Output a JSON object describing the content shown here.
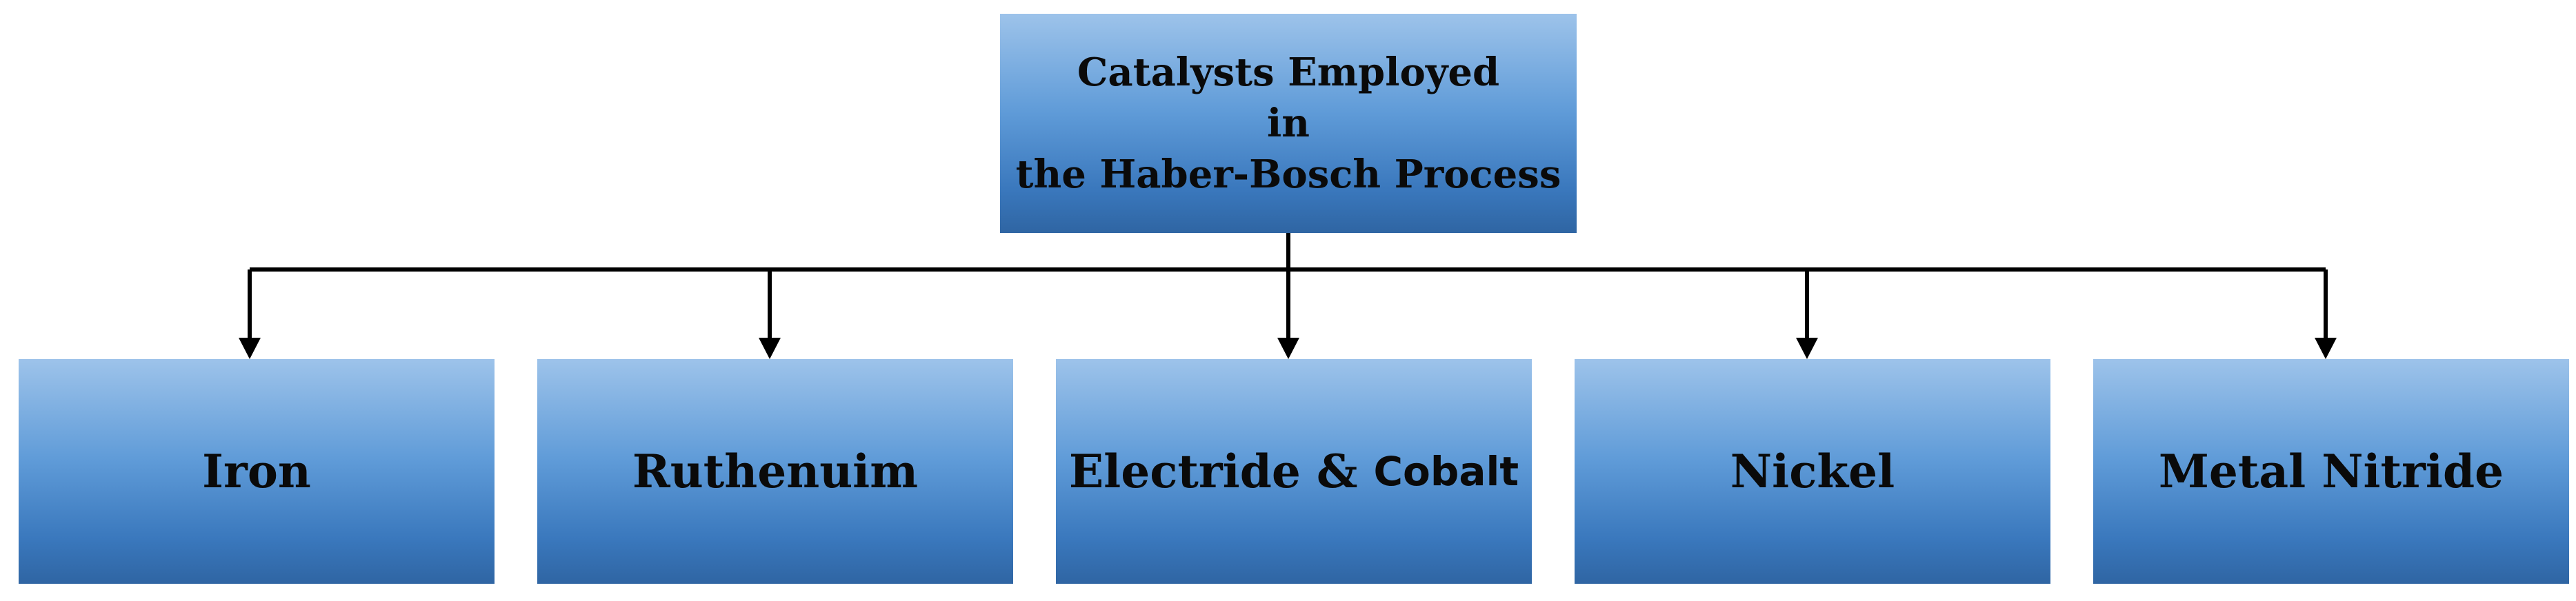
{
  "root": {
    "lines": [
      "Catalysts Employed",
      "in",
      "the Haber-Bosch Process"
    ]
  },
  "children": [
    {
      "label": "Iron"
    },
    {
      "label": "Ruthenuim"
    },
    {
      "label": "Electride & ",
      "label_extra": "Cobalt"
    },
    {
      "label": "Nickel"
    },
    {
      "label": "Metal Nitride"
    }
  ],
  "colors": {
    "box_top": "#9dc3ea",
    "box_mid": "#5f9bd8",
    "box_bottom": "#2f65a3",
    "connector": "#000000"
  }
}
